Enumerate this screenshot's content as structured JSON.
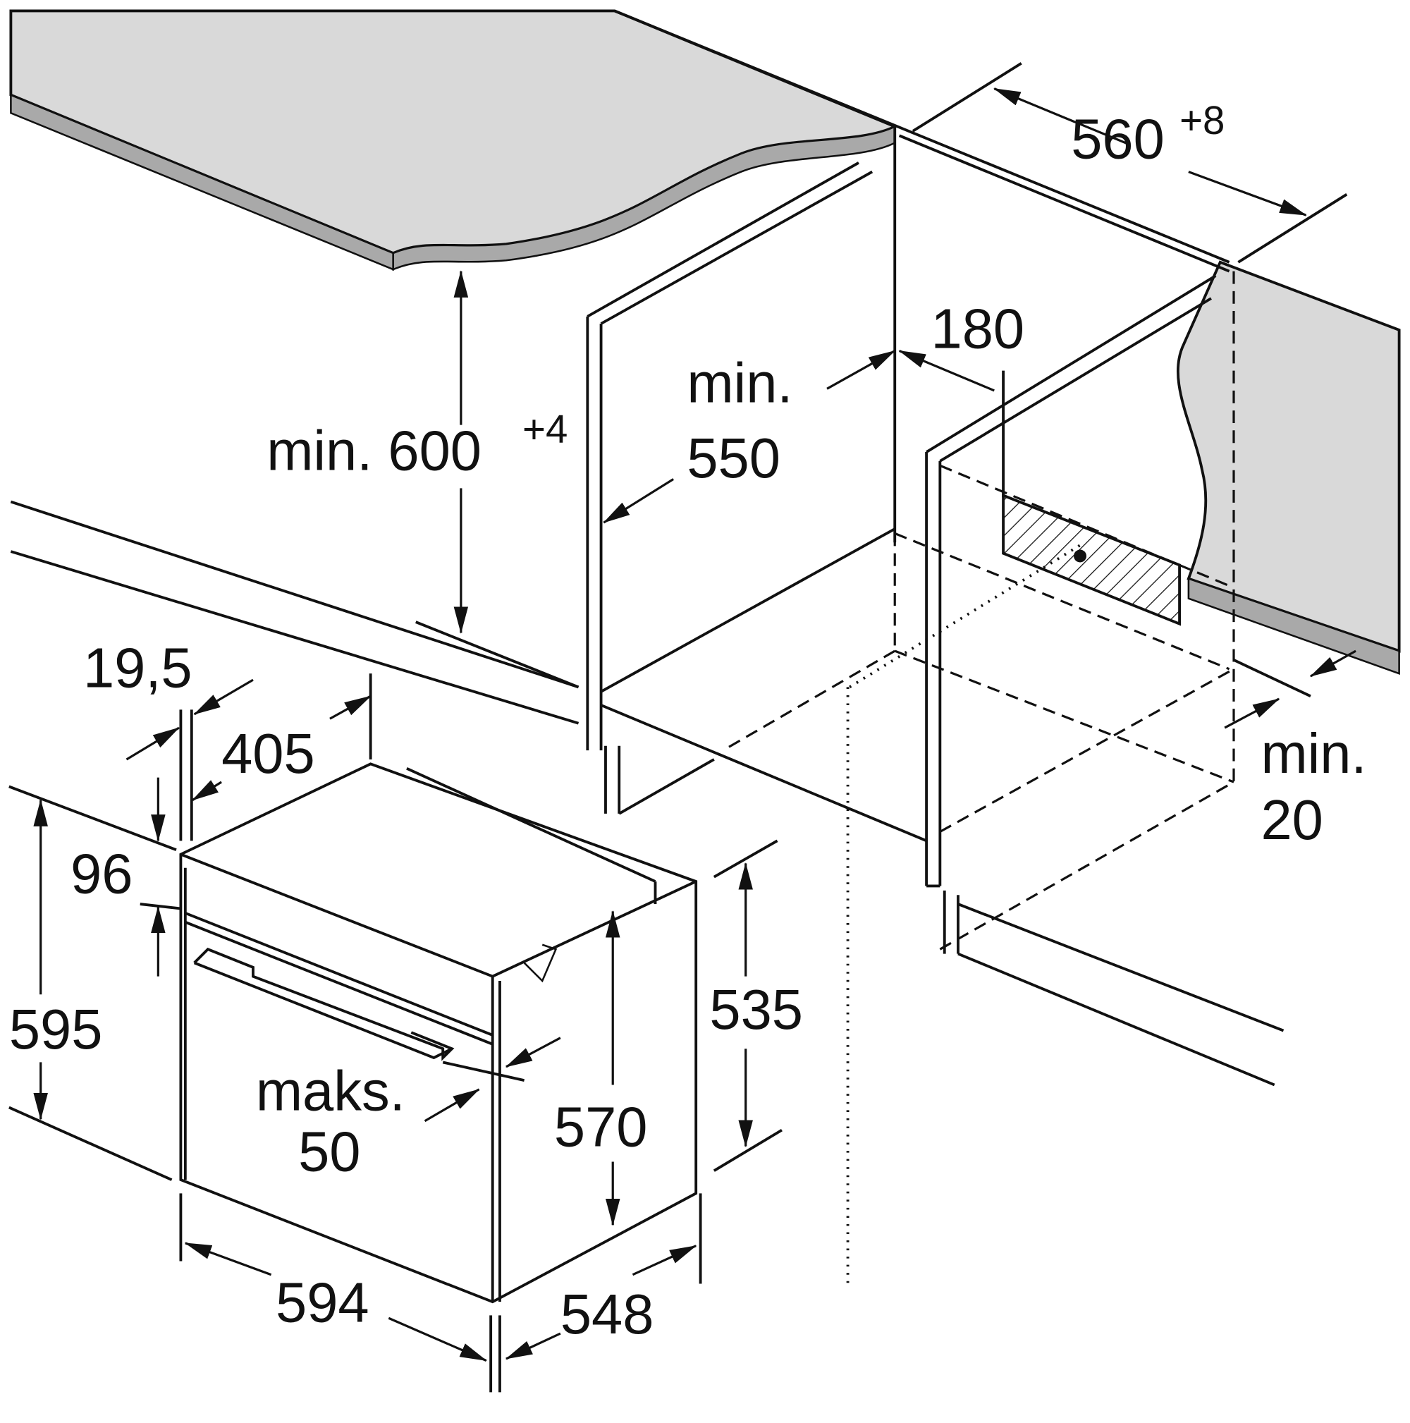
{
  "diagram": {
    "colors": {
      "line": "#111111",
      "worktop": "#d9d9d9",
      "worktop_edge": "#a9a9a9"
    },
    "labels": {
      "cabinet_width": "560",
      "cabinet_width_tol": "+8",
      "vent_depth": "180",
      "min_depth_prefix": "min.",
      "min_depth": "550",
      "min_height": "min. 600",
      "min_height_tol": "+4",
      "panel_offset": "19,5",
      "top_depth": "405",
      "fascia_height": "96",
      "oven_height": "595",
      "door_max_prefix": "maks.",
      "door_max": "50",
      "body_height": "570",
      "recess_height": "535",
      "oven_width": "594",
      "oven_depth": "548",
      "gap_prefix": "min.",
      "gap": "20"
    }
  }
}
